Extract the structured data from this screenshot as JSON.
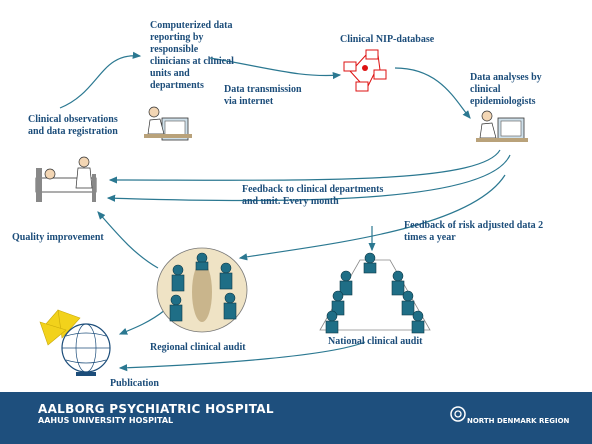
{
  "labels": {
    "computerized": "Computerized data reporting by responsible clinicians at clinical units and departments",
    "nip_db": "Clinical NIP-database",
    "transmission": "Data transmission via internet",
    "analyses": "Data analyses by clinical epidemiologists",
    "observations": "Clinical observations and data registration",
    "feedback_monthly": "Feedback to clinical departments and unit. Every month",
    "feedback_risk": "Feedback of risk adjusted data 2 times a year",
    "quality": "Quality improvement",
    "regional": "Regional clinical audit",
    "national": "National clinical audit",
    "publication": "Publication"
  },
  "footer": {
    "hospital": "AALBORG PSYCHIATRIC HOSPITAL",
    "university": "AAHUS UNIVERSITY HOSPITAL",
    "region": "NORTH DENMARK REGION"
  },
  "colors": {
    "text": "#1c4d7a",
    "arrow": "#2b7891",
    "footer_bg": "#1e4f7d"
  }
}
